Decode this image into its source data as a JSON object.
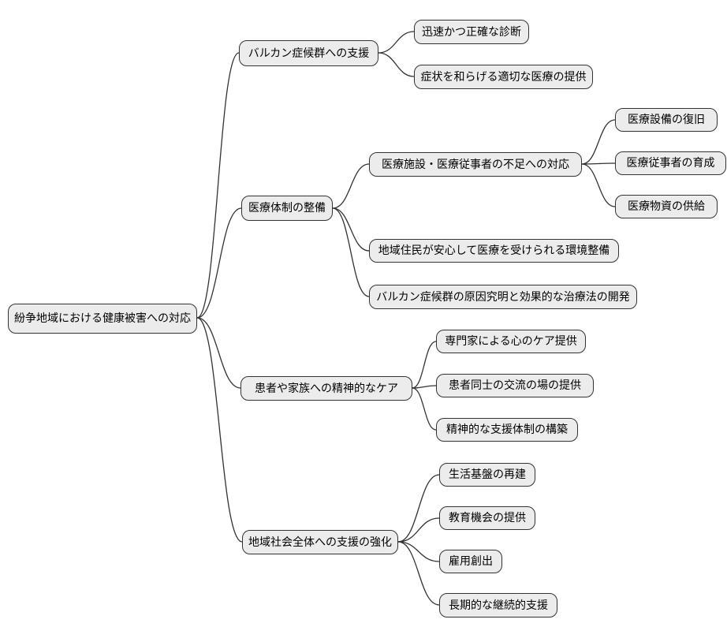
{
  "diagram": {
    "type": "mindmap",
    "root": {
      "label": "紛争地域における健康被害への対応"
    },
    "branches": [
      {
        "label": "バルカン症候群への支援",
        "children": [
          {
            "label": "迅速かつ正確な診断"
          },
          {
            "label": "症状を和らげる適切な医療の提供"
          }
        ]
      },
      {
        "label": "医療体制の整備",
        "children": [
          {
            "label": "医療施設・医療従事者の不足への対応",
            "children": [
              {
                "label": "医療設備の復旧"
              },
              {
                "label": "医療従事者の育成"
              },
              {
                "label": "医療物資の供給"
              }
            ]
          },
          {
            "label": "地域住民が安心して医療を受けられる環境整備"
          },
          {
            "label": "バルカン症候群の原因究明と効果的な治療法の開発"
          }
        ]
      },
      {
        "label": "患者や家族への精神的なケア",
        "children": [
          {
            "label": "専門家による心のケア提供"
          },
          {
            "label": "患者同士の交流の場の提供"
          },
          {
            "label": "精神的な支援体制の構築"
          }
        ]
      },
      {
        "label": "地域社会全体への支援の強化",
        "children": [
          {
            "label": "生活基盤の再建"
          },
          {
            "label": "教育機会の提供"
          },
          {
            "label": "雇用創出"
          },
          {
            "label": "長期的な継続的支援"
          }
        ]
      }
    ],
    "colors": {
      "background": "#ffffff",
      "node_fill": "#ececec",
      "node_border": "#333333",
      "edge": "#333333",
      "text": "#000000"
    }
  }
}
